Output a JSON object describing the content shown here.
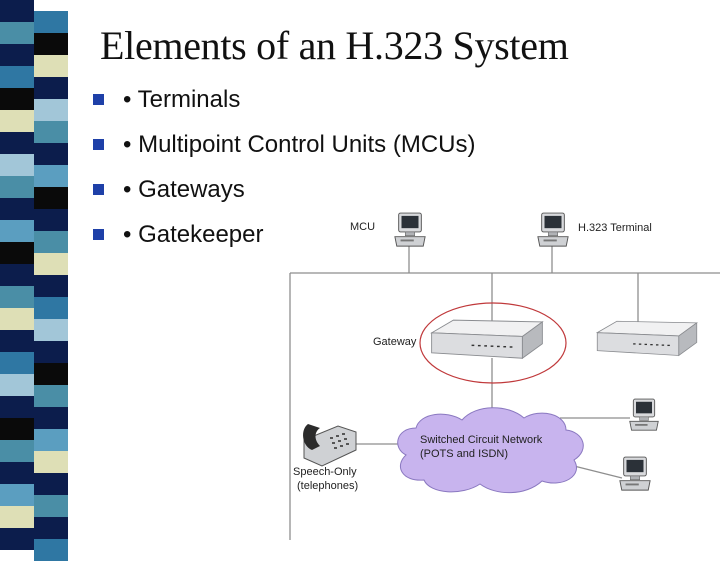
{
  "slide": {
    "title": "Elements of an H.323 System",
    "bullet_icon": "square-bullet-icon",
    "bullets": [
      {
        "text": "• Terminals"
      },
      {
        "text": "• Multipoint Control Units (MCUs)"
      },
      {
        "text": "• Gateways"
      },
      {
        "text": "• Gatekeeper"
      }
    ]
  },
  "diagram": {
    "labels": {
      "mcu": "MCU",
      "terminal": "H.323 Terminal",
      "gateway": "Gateway",
      "network_line1": "Switched Circuit Network",
      "network_line2": "(POTS and ISDN)",
      "phone_line1": "Speech-Only",
      "phone_line2": "(telephones)"
    }
  },
  "colors": {
    "bullet": "#1e40a8",
    "highlight_ellipse": "#c0393b",
    "cloud": "#c8b4ee",
    "stripe": [
      "#0c1d4c",
      "#4a8ea6",
      "#2f77a3",
      "#0a0a0a",
      "#dedfb6",
      "#a2c6d8",
      "#5b9ec0"
    ]
  }
}
